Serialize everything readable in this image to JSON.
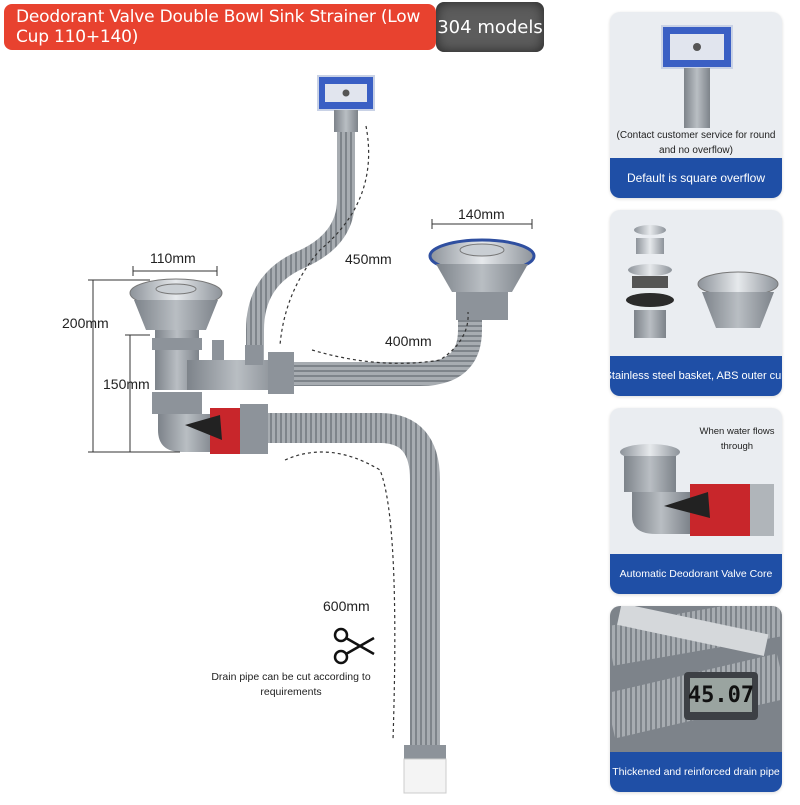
{
  "header": {
    "title": "Deodorant Valve Double Bowl Sink Strainer (Low Cup 110+140)",
    "model_badge": "304 models"
  },
  "dimensions": {
    "small_bowl": "110mm",
    "large_bowl": "140mm",
    "overflow_hose": "450mm",
    "connector_pipe": "400mm",
    "total_height": "200mm",
    "cup_height": "150mm",
    "drain_pipe": "600mm"
  },
  "notes": {
    "cut_note": "Drain pipe can be cut according to requirements"
  },
  "panels": [
    {
      "note": "(Contact customer service for round and no overflow)",
      "caption": "Default is square overflow"
    },
    {
      "caption": "Stainless steel basket, ABS outer cup"
    },
    {
      "note": "When water flows through",
      "caption": "Automatic Deodorant Valve Core"
    },
    {
      "display": "45.07",
      "caption": "Thickened and reinforced drain pipe"
    }
  ],
  "colors": {
    "title_red": "#e8422f",
    "badge_gray": "#5c5c5c",
    "panel_blue": "#1f4fa6",
    "valve_red": "#c8262b",
    "pipe_gray": "#9aa0a6"
  },
  "icons": [
    "scissors-icon"
  ]
}
